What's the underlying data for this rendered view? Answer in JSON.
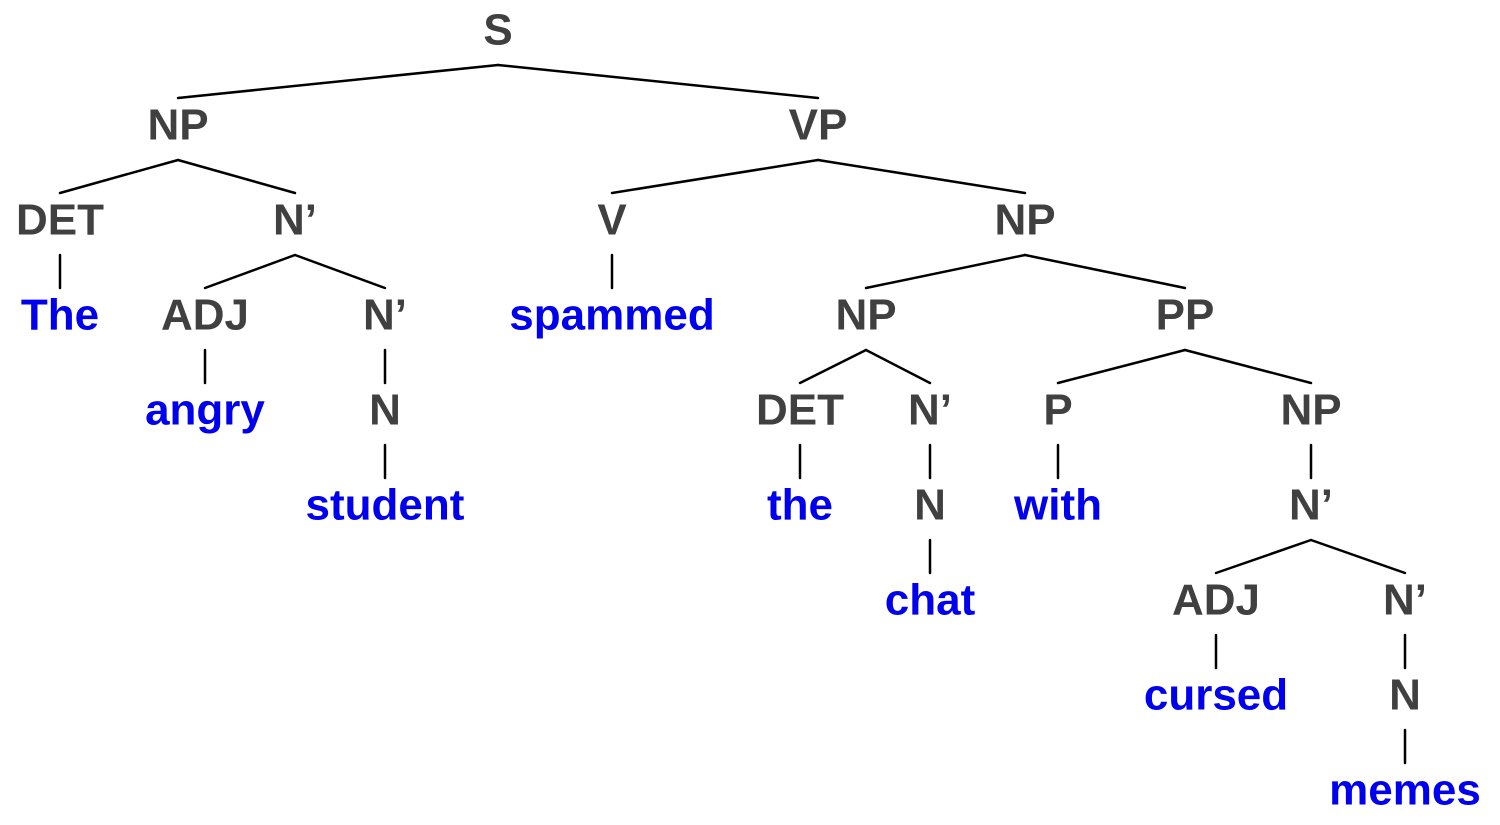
{
  "diagram": {
    "type": "syntax-tree",
    "colors": {
      "category": "#404040",
      "word": "#0000ee",
      "branch": "#000000"
    },
    "nodes": [
      {
        "id": "s",
        "label": "S",
        "kind": "category",
        "parent": null
      },
      {
        "id": "np-subject",
        "label": "NP",
        "kind": "category",
        "parent": "s"
      },
      {
        "id": "vp",
        "label": "VP",
        "kind": "category",
        "parent": "s"
      },
      {
        "id": "det-subject",
        "label": "DET",
        "kind": "category",
        "parent": "np-subject"
      },
      {
        "id": "nbar-subject",
        "label": "N’",
        "kind": "category",
        "parent": "np-subject"
      },
      {
        "id": "word-the-upper",
        "label": "The",
        "kind": "word",
        "parent": "det-subject"
      },
      {
        "id": "adj-subject",
        "label": "ADJ",
        "kind": "category",
        "parent": "nbar-subject"
      },
      {
        "id": "nbar-subject-inner",
        "label": "N’",
        "kind": "category",
        "parent": "nbar-subject"
      },
      {
        "id": "word-angry",
        "label": "angry",
        "kind": "word",
        "parent": "adj-subject"
      },
      {
        "id": "n-subject",
        "label": "N",
        "kind": "category",
        "parent": "nbar-subject-inner"
      },
      {
        "id": "word-student",
        "label": "student",
        "kind": "word",
        "parent": "n-subject"
      },
      {
        "id": "v",
        "label": "V",
        "kind": "category",
        "parent": "vp"
      },
      {
        "id": "word-spammed",
        "label": "spammed",
        "kind": "word",
        "parent": "v"
      },
      {
        "id": "np-object",
        "label": "NP",
        "kind": "category",
        "parent": "vp"
      },
      {
        "id": "np-object-inner",
        "label": "NP",
        "kind": "category",
        "parent": "np-object"
      },
      {
        "id": "pp",
        "label": "PP",
        "kind": "category",
        "parent": "np-object"
      },
      {
        "id": "det-object",
        "label": "DET",
        "kind": "category",
        "parent": "np-object-inner"
      },
      {
        "id": "nbar-object",
        "label": "N’",
        "kind": "category",
        "parent": "np-object-inner"
      },
      {
        "id": "word-the-lower",
        "label": "the",
        "kind": "word",
        "parent": "det-object"
      },
      {
        "id": "n-object",
        "label": "N",
        "kind": "category",
        "parent": "nbar-object"
      },
      {
        "id": "word-chat",
        "label": "chat",
        "kind": "word",
        "parent": "n-object"
      },
      {
        "id": "p",
        "label": "P",
        "kind": "category",
        "parent": "pp"
      },
      {
        "id": "word-with",
        "label": "with",
        "kind": "word",
        "parent": "p"
      },
      {
        "id": "np-pp",
        "label": "NP",
        "kind": "category",
        "parent": "pp"
      },
      {
        "id": "nbar-pp",
        "label": "N’",
        "kind": "category",
        "parent": "np-pp"
      },
      {
        "id": "adj-pp",
        "label": "ADJ",
        "kind": "category",
        "parent": "nbar-pp"
      },
      {
        "id": "nbar-pp-inner",
        "label": "N’",
        "kind": "category",
        "parent": "nbar-pp"
      },
      {
        "id": "word-cursed",
        "label": "cursed",
        "kind": "word",
        "parent": "adj-pp"
      },
      {
        "id": "n-pp",
        "label": "N",
        "kind": "category",
        "parent": "nbar-pp-inner"
      },
      {
        "id": "word-memes",
        "label": "memes",
        "kind": "word",
        "parent": "n-pp"
      }
    ]
  }
}
